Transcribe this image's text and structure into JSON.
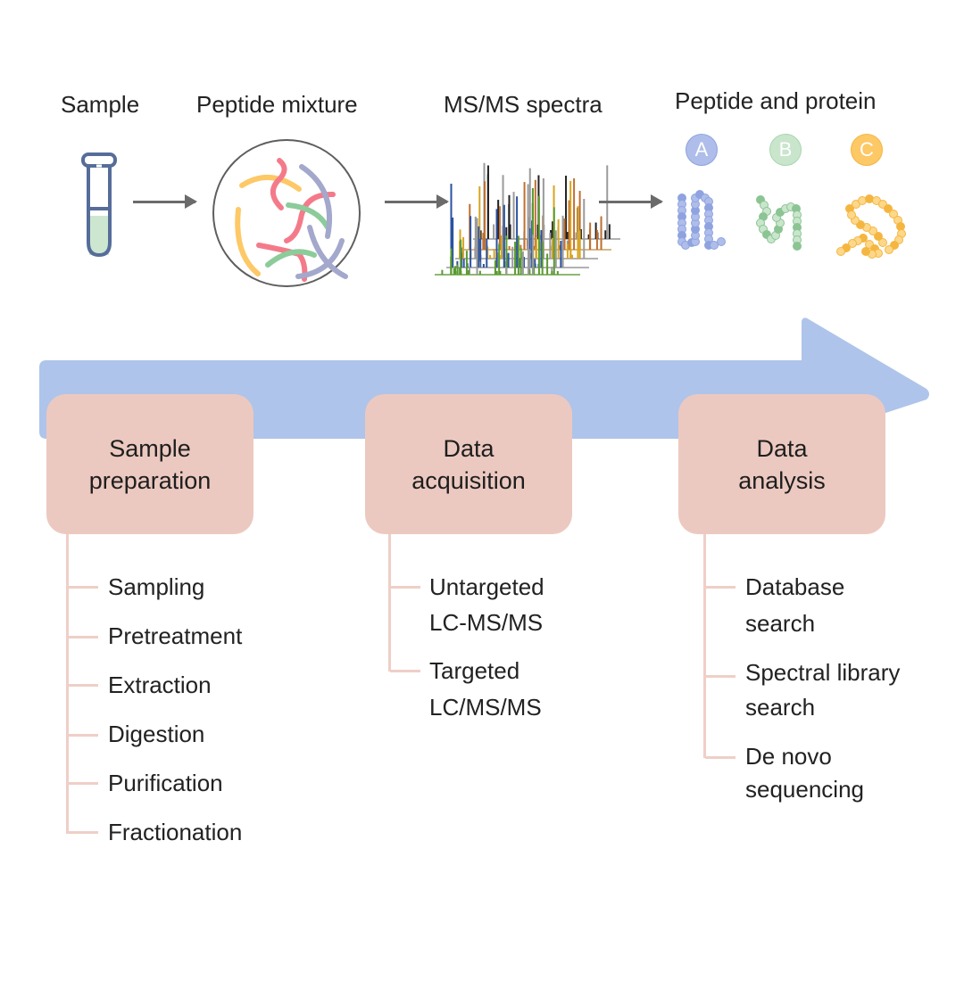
{
  "workflow": {
    "stages": [
      {
        "id": "sample",
        "label": "Sample",
        "icon": "test-tube-icon"
      },
      {
        "id": "peptide-mixture",
        "label": "Peptide mixture",
        "icon": "peptide-mixture-icon"
      },
      {
        "id": "msms-spectra",
        "label": "MS/MS spectra",
        "icon": "spectra-icon"
      },
      {
        "id": "peptide-protein",
        "label": "Peptide and protein",
        "icon": "protein-chains-icon",
        "badges": [
          {
            "label": "A",
            "color": "#aebde9"
          },
          {
            "label": "B",
            "color": "#c9e6cc"
          },
          {
            "label": "C",
            "color": "#fdc866"
          }
        ]
      }
    ]
  },
  "timeline": {
    "arrow_color": "#aec4ea",
    "box_color": "#ecc9c0",
    "phases": [
      {
        "title_line1": "Sample",
        "title_line2": "preparation",
        "items": [
          "Sampling",
          "Pretreatment",
          "Extraction",
          "Digestion",
          "Purification",
          "Fractionation"
        ]
      },
      {
        "title_line1": "Data",
        "title_line2": "acquisition",
        "items": [
          [
            "Untargeted",
            "LC-MS/MS"
          ],
          [
            "Targeted",
            "LC/MS/MS"
          ]
        ]
      },
      {
        "title_line1": "Data",
        "title_line2": "analysis",
        "items": [
          [
            "Database",
            "search"
          ],
          [
            "Spectral library",
            "search"
          ],
          [
            "De novo",
            "sequencing"
          ]
        ]
      }
    ]
  }
}
